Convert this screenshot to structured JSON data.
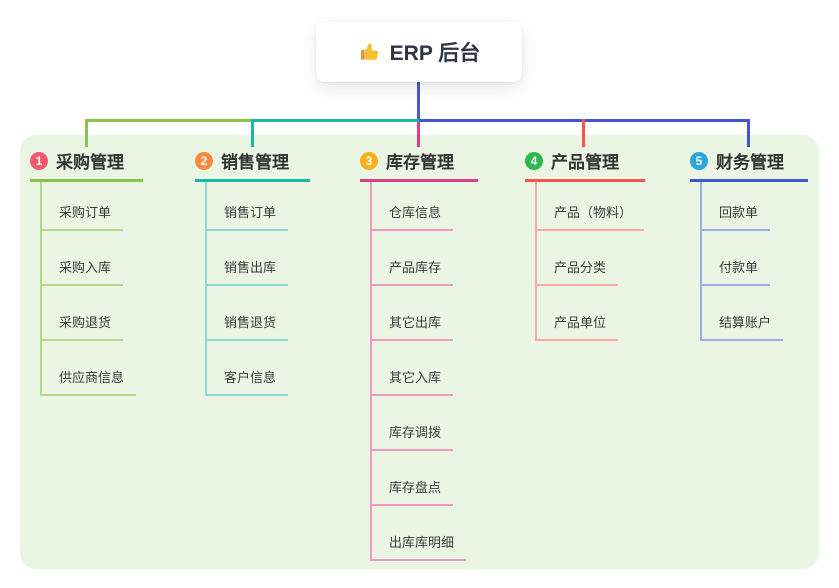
{
  "root": {
    "title": "ERP 后台",
    "icon": "thumbs-up-icon"
  },
  "colors": {
    "panel_bg": "#eaf5e4",
    "card_bg": "#ffffff",
    "root_edge": "#4b58d0",
    "text": "#333333"
  },
  "branches": [
    {
      "label": "采购管理",
      "badge": "1",
      "badge_color": "#f1586e",
      "color": "#8bc34a",
      "light_color": "#b3d98c",
      "children": [
        "采购订单",
        "采购入库",
        "采购退货",
        "供应商信息"
      ]
    },
    {
      "label": "销售管理",
      "badge": "2",
      "badge_color": "#f98b3e",
      "color": "#19b9a9",
      "light_color": "#8bd9d0",
      "children": [
        "销售订单",
        "销售出库",
        "销售退货",
        "客户信息"
      ]
    },
    {
      "label": "库存管理",
      "badge": "3",
      "badge_color": "#fbb01b",
      "color": "#dd4086",
      "light_color": "#f09bc2",
      "children": [
        "仓库信息",
        "产品库存",
        "其它出库",
        "其它入库",
        "库存调拨",
        "库存盘点",
        "出库库明细"
      ]
    },
    {
      "label": "产品管理",
      "badge": "4",
      "badge_color": "#2eb850",
      "color": "#f2564e",
      "light_color": "#f9a8a4",
      "children": [
        "产品（物料）",
        "产品分类",
        "产品单位"
      ]
    },
    {
      "label": "财务管理",
      "badge": "5",
      "badge_color": "#2ba7dd",
      "color": "#4155cf",
      "light_color": "#9fade6",
      "children": [
        "回款单",
        "付款单",
        "结算账户"
      ]
    }
  ]
}
